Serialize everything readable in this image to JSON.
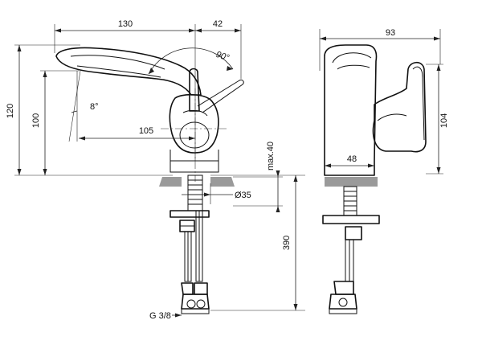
{
  "dimensions": {
    "spout_length": "130",
    "handle_offset": "42",
    "handle_angle": "90°",
    "spout_tilt": "8°",
    "total_height": "120",
    "spout_height": "100",
    "handle_to_spout": "105",
    "max_deck": "max.40",
    "hole_diameter": "Ø35",
    "hose_length": "390",
    "connection": "G 3/8",
    "side_depth": "93",
    "side_height": "104",
    "body_width": "48"
  }
}
